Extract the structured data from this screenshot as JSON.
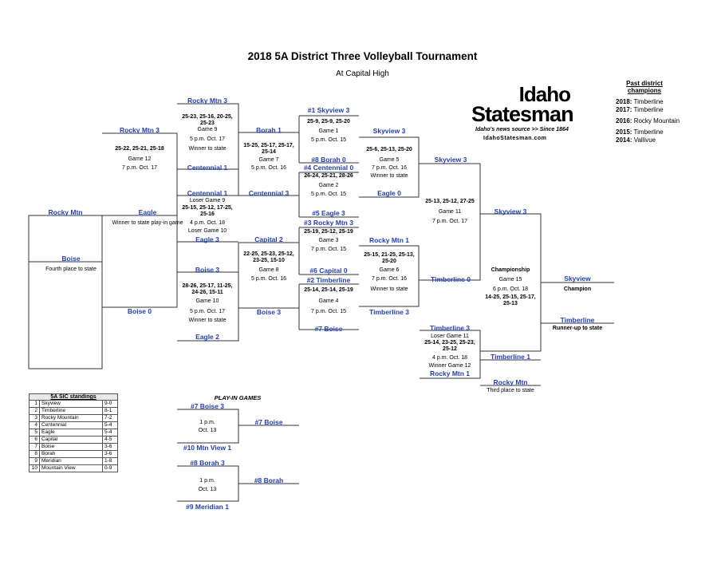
{
  "title": "2018 5A District Three Volleyball Tournament",
  "subtitle": "At Capital High",
  "logo": {
    "line1": "Idaho",
    "line2": "Statesman",
    "tagline": "Idaho's news source >> Since 1864",
    "url": "IdahoStatesman.com"
  },
  "past_champions": {
    "heading_line1": "Past district",
    "heading_line2": "champions",
    "entries": [
      {
        "year": "2018:",
        "team": "Timberline"
      },
      {
        "year": "2017:",
        "team": "Timberline"
      },
      {
        "year": "2016:",
        "team": "Rocky Mountain"
      },
      {
        "year": "2015:",
        "team": "Timberline"
      },
      {
        "year": "2014:",
        "team": "Vallivue"
      }
    ]
  },
  "round1": {
    "g1": {
      "top": "#1 Skyview 3",
      "scores": "25-9, 25-9, 25-20",
      "game": "Game 1",
      "time": "5 p.m. Oct. 15",
      "bottom": "#8 Borah 0"
    },
    "g2": {
      "top": "#4 Centennial 0",
      "scores": "26-24, 25-21, 28-26",
      "game": "Game 2",
      "time": "5 p.m. Oct. 15",
      "bottom": "#5 Eagle 3"
    },
    "g3": {
      "top": "#3 Rocky Mtn 3",
      "scores": "25-19, 25-12, 25-19",
      "game": "Game 3",
      "time": "7 p.m. Oct. 15",
      "bottom": "#6 Capital 0"
    },
    "g4": {
      "top": "#2 Timberline",
      "scores": "25-14, 25-14, 25-19",
      "game": "Game 4",
      "time": "7 p.m. Oct. 15",
      "bottom": "#7 Boise"
    }
  },
  "winners_r2": {
    "g5": {
      "top": "Skyview 3",
      "scores": "25-6, 25-13, 25-20",
      "game": "Game 5",
      "time": "7 p.m. Oct. 16",
      "note": "Winner to state",
      "bottom": "Eagle 0"
    },
    "g6": {
      "top": "Rocky Mtn 1",
      "scores": "25-15, 21-25, 25-13, 25-20",
      "game": "Game 6",
      "time": "7 p.m. Oct. 16",
      "note": "Winner to state",
      "bottom": "Timberline 3"
    },
    "g11": {
      "top": "Skyview 3",
      "scores": "25-13, 25-12, 27-25",
      "game": "Game 11",
      "time": "7 p.m. Oct. 17",
      "bottom": "Timberline 0"
    }
  },
  "losers_r1": {
    "g7": {
      "top": "Borah 1",
      "scores": "15-25, 25-17, 25-17, 25-14",
      "game": "Game 7",
      "time": "5 p.m. Oct. 16",
      "bottom": "Centennial 3"
    },
    "g8": {
      "top": "Capital 2",
      "scores": "22-25, 25-23, 25-12, 23-25, 15-10",
      "game": "Game 8",
      "time": "5 p.m. Oct. 16",
      "bottom": "Boise 3"
    }
  },
  "losers_r2": {
    "g9": {
      "top": "Rocky Mtn 3",
      "scores": "25-23, 25-16, 20-25, 25-23",
      "game": "Game 9",
      "time": "5 p.m. Oct. 17",
      "note": "Winner to state",
      "bottom": "Centennial 1",
      "loser_label": "Loser Game 9"
    },
    "g10": {
      "top": "Eagle 3",
      "loser_label": "Loser Game 10",
      "scores": "28-26, 25-17, 11-25, 24-26, 15-11",
      "game": "Game 10",
      "time": "5 p.m. Oct. 17",
      "note": "Winner to state",
      "bottom": "Eagle 2",
      "top2": "Boise 3"
    }
  },
  "cent_eagle": {
    "scores": "25-15, 25-12, 17-25, 25-16",
    "time": "4 p.m. Oct. 18",
    "play_in": "Winner to state play-in game",
    "winner": "Eagle"
  },
  "g12": {
    "top": "Rocky Mtn 3",
    "scores": "25-22, 25-21, 25-18",
    "game": "Game 12",
    "time": "7 p.m. Oct. 17",
    "bottom": "Boise 0"
  },
  "fourth": {
    "team": "Rocky Mtn",
    "lower": "Boise",
    "label": "Fourth place to state"
  },
  "third": {
    "top": "Timberline 3",
    "loser_label": "Loser Game 11",
    "scores": "25-14, 23-25, 25-23, 25-12",
    "time": "4 p.m. Oct. 18",
    "winner_label": "Winner Game 12",
    "bottom": "Rocky Mtn 1",
    "winner": "Timberline 1",
    "place_team": "Rocky Mtn",
    "place_label": "Third place to state"
  },
  "championship": {
    "top": "Skyview 3",
    "label": "Championship",
    "game": "Game 15",
    "time": "6 p.m. Oct. 18",
    "scores": "14-25, 25-15, 25-17, 25-13",
    "bottom": "Timberline 1",
    "champion": "Skyview",
    "champion_label": "Champion",
    "runner_up": "Timberline",
    "runner_up_label": "Runner-up to state"
  },
  "play_in": {
    "heading": "PLAY-IN GAMES",
    "game1": {
      "top": "#7 Boise 3",
      "time1": "1 p.m.",
      "time2": "Oct. 13",
      "bottom": "#10 Mtn View 1",
      "winner": "#7 Boise"
    },
    "game2": {
      "top": "#8 Borah 3",
      "time1": "1 p.m.",
      "time2": "Oct. 13",
      "bottom": "#9 Meridian 1",
      "winner": "#8 Borah"
    }
  },
  "standings": {
    "heading": "5A SIC standings",
    "rows": [
      {
        "rank": "1",
        "team": "Skyview",
        "record": "9-0"
      },
      {
        "rank": "2",
        "team": "Timberline",
        "record": "8-1"
      },
      {
        "rank": "3",
        "team": "Rocky Mountain",
        "record": "7-2"
      },
      {
        "rank": "4",
        "team": "Centennial",
        "record": "5-4"
      },
      {
        "rank": "5",
        "team": "Eagle",
        "record": "5-4"
      },
      {
        "rank": "6",
        "team": "Capital",
        "record": "4-5"
      },
      {
        "rank": "7",
        "team": "Boise",
        "record": "3-6"
      },
      {
        "rank": "8",
        "team": "Borah",
        "record": "3-6"
      },
      {
        "rank": "9",
        "team": "Meridian",
        "record": "1-8"
      },
      {
        "rank": "10",
        "team": "Mountain View",
        "record": "0-9"
      }
    ]
  }
}
